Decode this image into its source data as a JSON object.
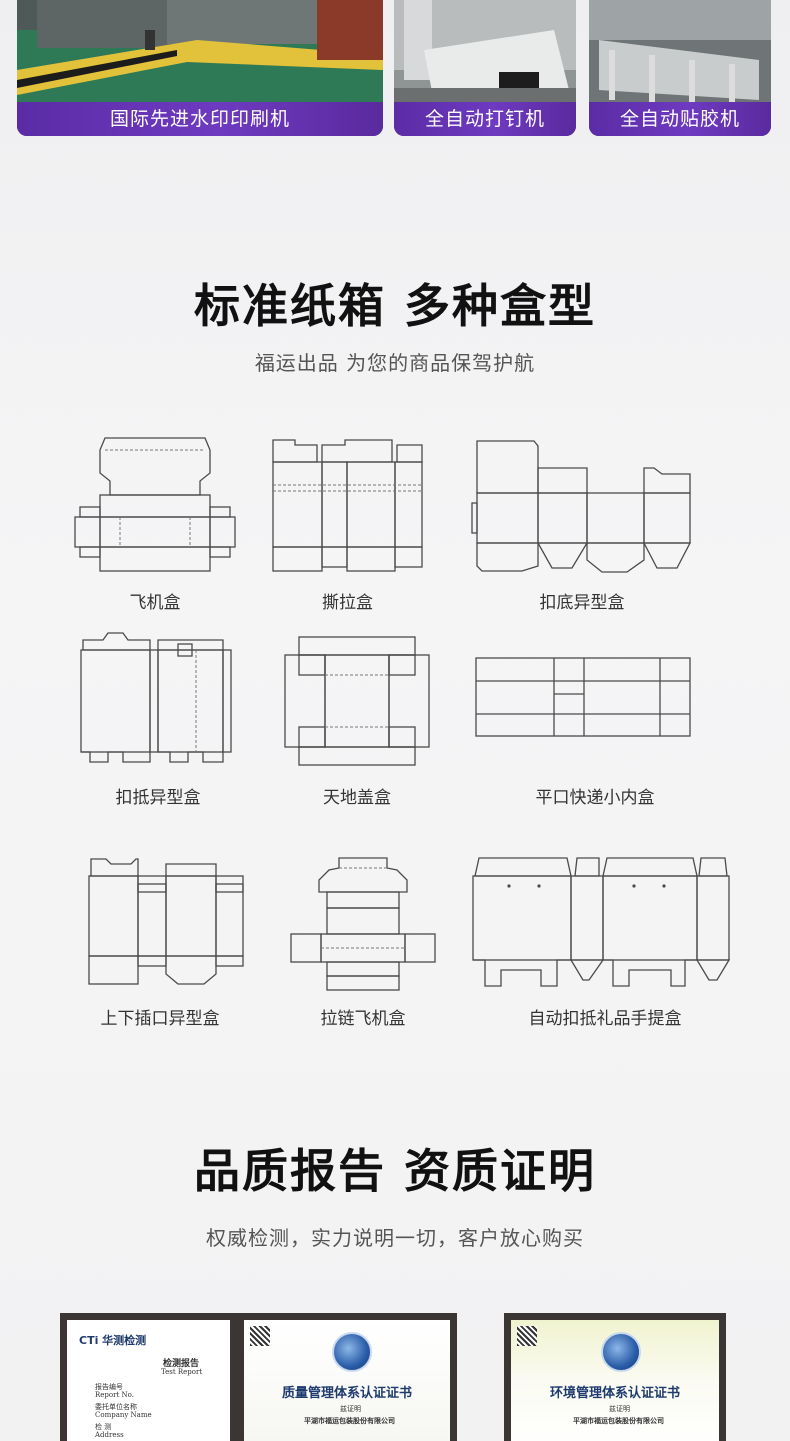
{
  "equipment": [
    {
      "caption": "国际先进水印印刷机"
    },
    {
      "caption": "全自动打钉机"
    },
    {
      "caption": "全自动贴胶机"
    }
  ],
  "boxes_section": {
    "title": "标准纸箱  多种盒型",
    "subtitle": "福运出品  为您的商品保驾护航",
    "items": [
      {
        "label": "飞机盒",
        "icon": "airplane-box-die-icon"
      },
      {
        "label": "撕拉盒",
        "icon": "tear-strip-box-die-icon"
      },
      {
        "label": "扣底异型盒",
        "icon": "lock-bottom-box-die-icon"
      },
      {
        "label": "扣抵异型盒",
        "icon": "tuck-lock-box-die-icon"
      },
      {
        "label": "天地盖盒",
        "icon": "lid-base-box-die-icon"
      },
      {
        "label": "平口快递小内盒",
        "icon": "flat-mailer-box-die-icon"
      },
      {
        "label": "上下插口异型盒",
        "icon": "tuck-end-box-die-icon"
      },
      {
        "label": "拉链飞机盒",
        "icon": "zipper-airplane-box-die-icon"
      },
      {
        "label": "自动扣抵礼品手提盒",
        "icon": "gift-handle-box-die-icon"
      }
    ]
  },
  "quality_section": {
    "title": "品质报告  资质证明",
    "subtitle": "权威检测，实力说明一切，客户放心购买"
  },
  "certificates": [
    {
      "brand": "CTi 华测检测",
      "title": "检测报告",
      "title_en": "Test Report",
      "lines": [
        "报告编号",
        "Report No.",
        "委托单位名称",
        "Company Name",
        "检  测",
        "Address"
      ]
    },
    {
      "title": "质量管理体系认证证书",
      "subtitle": "兹证明",
      "company": "平湖市福运包装股份有限公司"
    },
    {
      "title": "环境管理体系认证证书",
      "subtitle": "兹证明",
      "company": "平湖市福运包装股份有限公司"
    }
  ],
  "colors": {
    "caption_purple": "#6a36b8",
    "title_text": "#111111",
    "frame": "#3b3534"
  }
}
